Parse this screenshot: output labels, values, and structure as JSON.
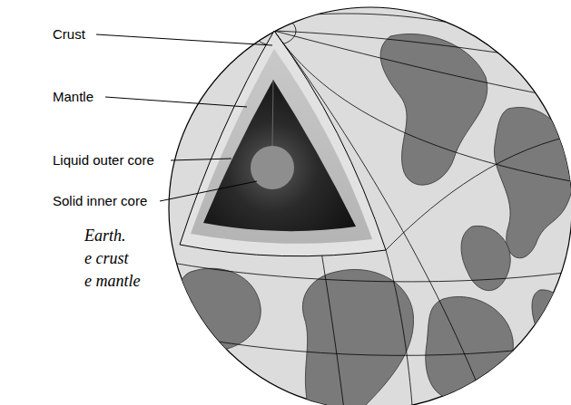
{
  "diagram": {
    "labels": [
      "Crust",
      "Mantle",
      "Liquid outer core",
      "Solid inner core",
      "Earth.",
      "e crust",
      "e mantle"
    ]
  }
}
